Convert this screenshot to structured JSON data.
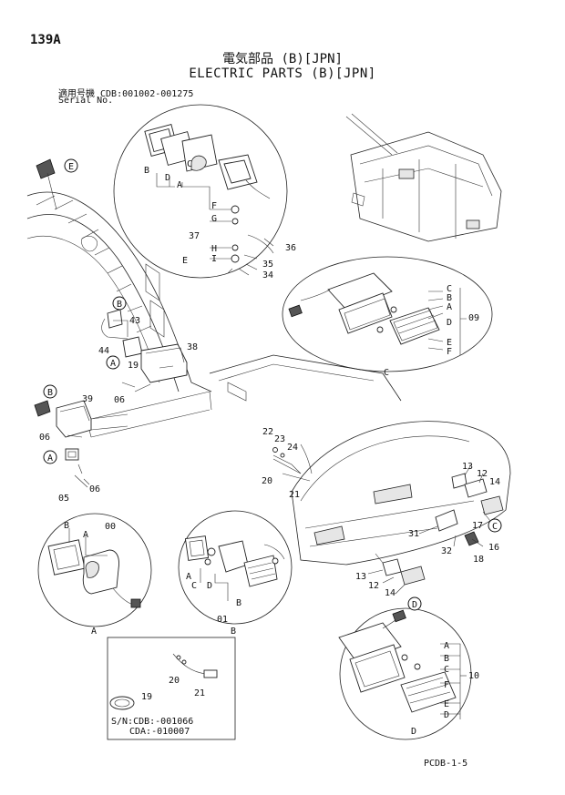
{
  "header": {
    "page_number": "139A",
    "title_jp": "電気部品 (B)[JPN]",
    "title_en": "ELECTRIC PARTS (B)[JPN]",
    "serial_jp": "適用号機  CDB:001002-001275",
    "serial_en": "Serial No."
  },
  "footer": {
    "doc_code": "PCDB-1-5"
  },
  "inset": {
    "sn_line1": "S/N:CDB:-001066",
    "sn_line2": "CDA:-010007"
  },
  "callouts": {
    "E": "E",
    "B": "B",
    "A": "A",
    "C": "C",
    "D": "D",
    "p43": "43",
    "p44": "44",
    "p19": "19",
    "p38": "38",
    "p06": "06",
    "p39": "39",
    "p05": "05",
    "p36": "36",
    "p35": "35",
    "p34": "34",
    "p37": "37",
    "p09": "09",
    "p00": "00",
    "p01": "01",
    "p10": "10",
    "p20": "20",
    "p21": "21",
    "p22": "22",
    "p23": "23",
    "p24": "24",
    "p12": "12",
    "p13": "13",
    "p14": "14",
    "p16": "16",
    "p17": "17",
    "p18": "18",
    "p31": "31",
    "p32": "32",
    "F": "F",
    "G": "G",
    "H": "H",
    "I": "I"
  }
}
